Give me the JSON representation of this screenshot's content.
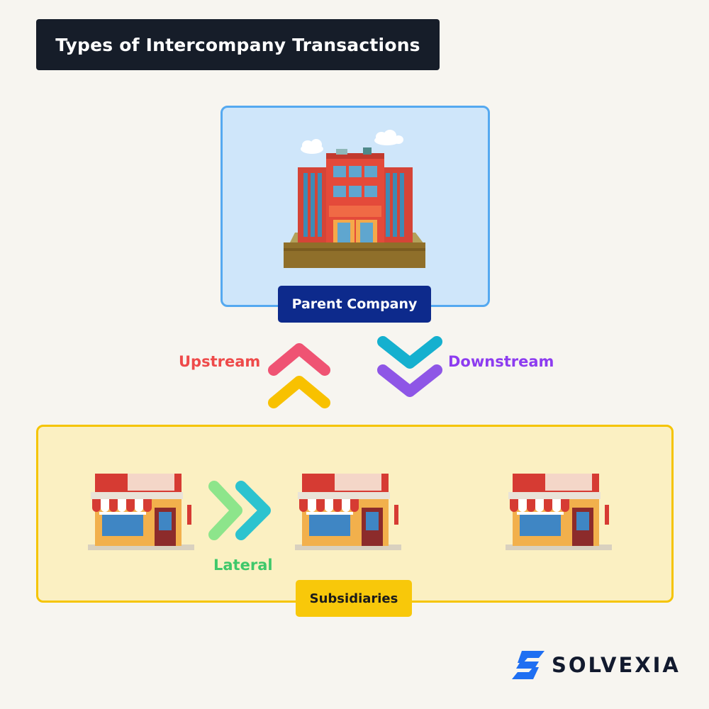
{
  "title": "Types of Intercompany Transactions",
  "parent": {
    "label": "Parent Company"
  },
  "flows": {
    "upstream": "Upstream",
    "downstream": "Downstream",
    "lateral": "Lateral"
  },
  "subsidiaries": {
    "label": "Subsidiaries"
  },
  "brand": {
    "name": "SOLVEXIA"
  },
  "colors": {
    "upstream": "#ee4a4a",
    "downstream": "#8d3cf0",
    "lateral": "#3fc86a",
    "parent_panel": "#cfe6fa",
    "subsidiaries_panel": "#fbf0c2",
    "brand_accent": "#1f6ff2"
  },
  "icons": [
    "office-building-icon",
    "storefront-icon",
    "chevron-up-icon",
    "chevron-down-icon",
    "chevron-right-icon",
    "solvexia-logo-icon"
  ]
}
